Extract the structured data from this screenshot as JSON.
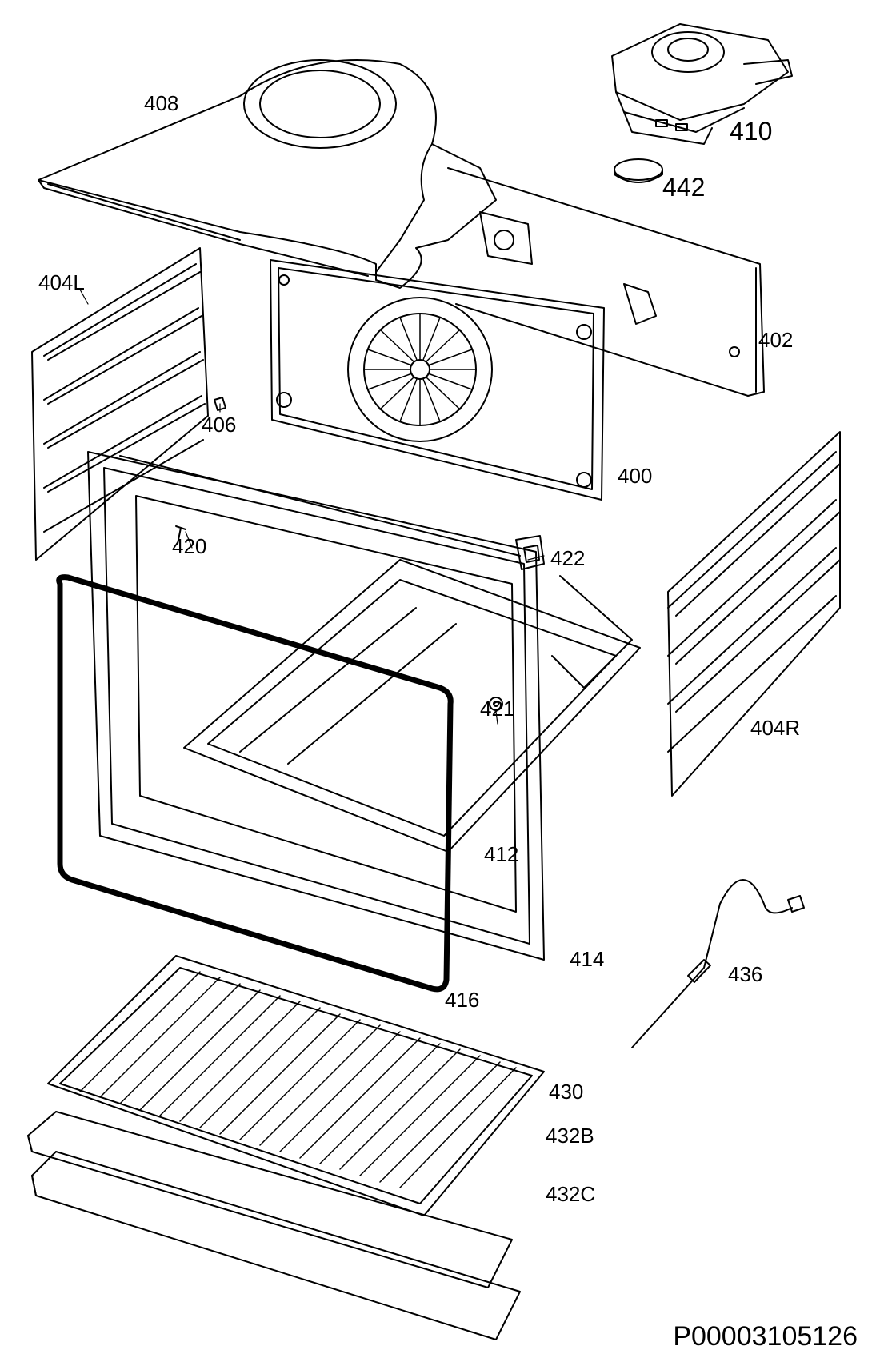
{
  "labels": {
    "p408": "408",
    "p410": "410",
    "p442": "442",
    "p404L": "404L",
    "p402": "402",
    "p406": "406",
    "p400": "400",
    "p420": "420",
    "p422": "422",
    "p421": "421",
    "p404R": "404R",
    "p412": "412",
    "p414": "414",
    "p416": "416",
    "p436": "436",
    "p430": "430",
    "p432B": "432B",
    "p432C": "432C"
  },
  "document_code": "P00003105126",
  "colors": {
    "line": "#000000",
    "background": "#ffffff"
  }
}
